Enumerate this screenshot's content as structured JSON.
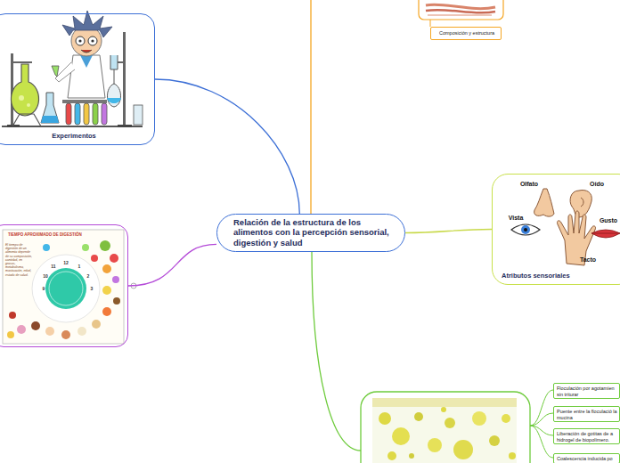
{
  "diagram": {
    "nodes": [
      {
        "text": [
          "Relación de la estructura de los alimentos con la percepción sensorial, digestión y salud"
        ]
      },
      {
        "text": [
          "Experimentos"
        ]
      },
      {
        "text": [
          "TIEMPO APROXIMADO DE DIGESTIÓN",
          "El tiempo de digestión de un alimento depende de su composición, cantidad, en grasas, metabolismo, masticación, edad, estado de salud."
        ]
      },
      {
        "text": [
          "Composición y estructura"
        ]
      },
      {
        "text": [
          "Atributos sensoriales"
        ]
      },
      {
        "text": [
          "Floculación por agotamien sin triturar"
        ]
      },
      {
        "text": [
          "Puente entre la floculació la mucina"
        ]
      },
      {
        "text": [
          "Liberación de gotitas de a hidrogel de biopolímero."
        ]
      },
      {
        "text": [
          "Coalescencia inducida po"
        ]
      }
    ],
    "edges": [
      {
        "from": 0,
        "to": 1,
        "arrow": "none"
      },
      {
        "from": 0,
        "to": 2,
        "arrow": "none"
      },
      {
        "from": 0,
        "to": 4,
        "arrow": "none"
      }
    ],
    "labels": [
      "Olfato",
      "Oído",
      "Vista",
      "Gusto",
      "Tacto",
      "12",
      "1",
      "2",
      "3",
      "9",
      "10",
      "11"
    ]
  }
}
